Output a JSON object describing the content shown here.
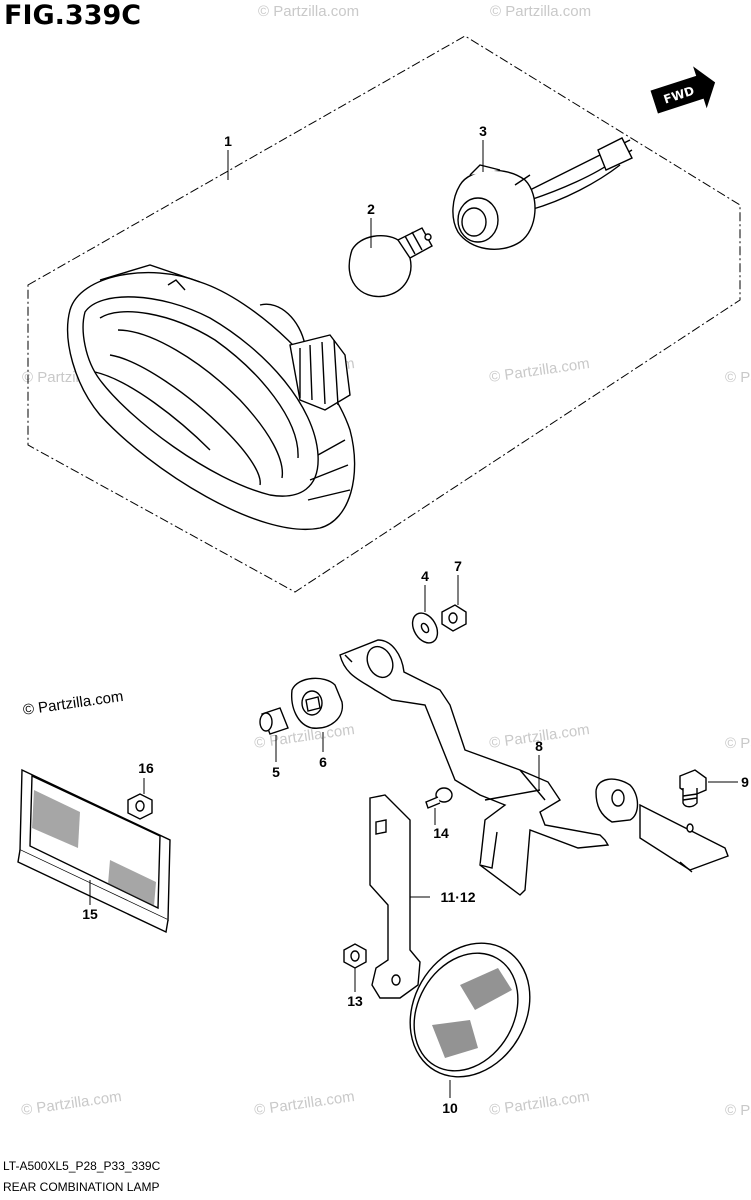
{
  "header": {
    "figure_title": "FIG.339C"
  },
  "footer": {
    "model_code": "LT-A500XL5_P28_P33_339C",
    "diagram_name": "REAR COMBINATION LAMP"
  },
  "direction_indicator": {
    "label": "FWD"
  },
  "watermark": {
    "text": "© Partzilla.com",
    "small_text": "© Partzilla.com"
  },
  "parts": [
    {
      "ref": "1"
    },
    {
      "ref": "2"
    },
    {
      "ref": "3"
    },
    {
      "ref": "4"
    },
    {
      "ref": "5"
    },
    {
      "ref": "6"
    },
    {
      "ref": "7"
    },
    {
      "ref": "8"
    },
    {
      "ref": "9"
    },
    {
      "ref": "10"
    },
    {
      "ref": "11·12"
    },
    {
      "ref": "13"
    },
    {
      "ref": "14"
    },
    {
      "ref": "15"
    },
    {
      "ref": "16"
    }
  ],
  "colors": {
    "line": "#000000",
    "watermark": "#c9c9c9",
    "background": "#ffffff"
  }
}
